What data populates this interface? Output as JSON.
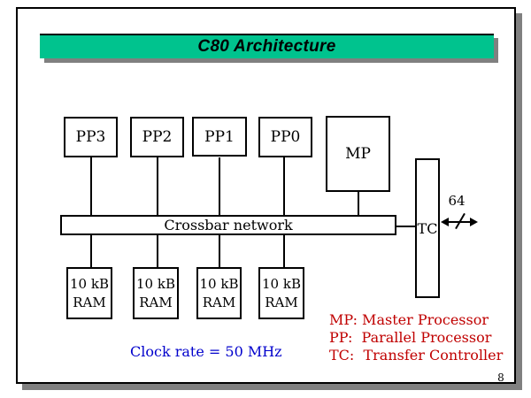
{
  "slide": {
    "title": "C80 Architecture",
    "page_number": "8",
    "colors": {
      "title_bar_green": "#00C38E",
      "frame_shadow_gray": "#808080",
      "note_blue": "#0000CC",
      "legend_red": "#C00000"
    }
  },
  "diagram": {
    "pp_boxes": [
      {
        "label": "PP3"
      },
      {
        "label": "PP2"
      },
      {
        "label": "PP1"
      },
      {
        "label": "PP0"
      }
    ],
    "mp_box": {
      "label": "MP"
    },
    "tc_box": {
      "label": "TC"
    },
    "crossbar": {
      "label": "Crossbar network"
    },
    "ram_boxes": [
      {
        "line1": "10 kB",
        "line2": "RAM"
      },
      {
        "line1": "10 kB",
        "line2": "RAM"
      },
      {
        "line1": "10 kB",
        "line2": "RAM"
      },
      {
        "line1": "10 kB",
        "line2": "RAM"
      }
    ],
    "bus": {
      "width_label": "64"
    }
  },
  "notes": {
    "clock": "Clock rate = 50 MHz",
    "legend": [
      "MP: Master Processor",
      "PP:  Parallel Processor",
      "TC:  Transfer Controller"
    ]
  }
}
